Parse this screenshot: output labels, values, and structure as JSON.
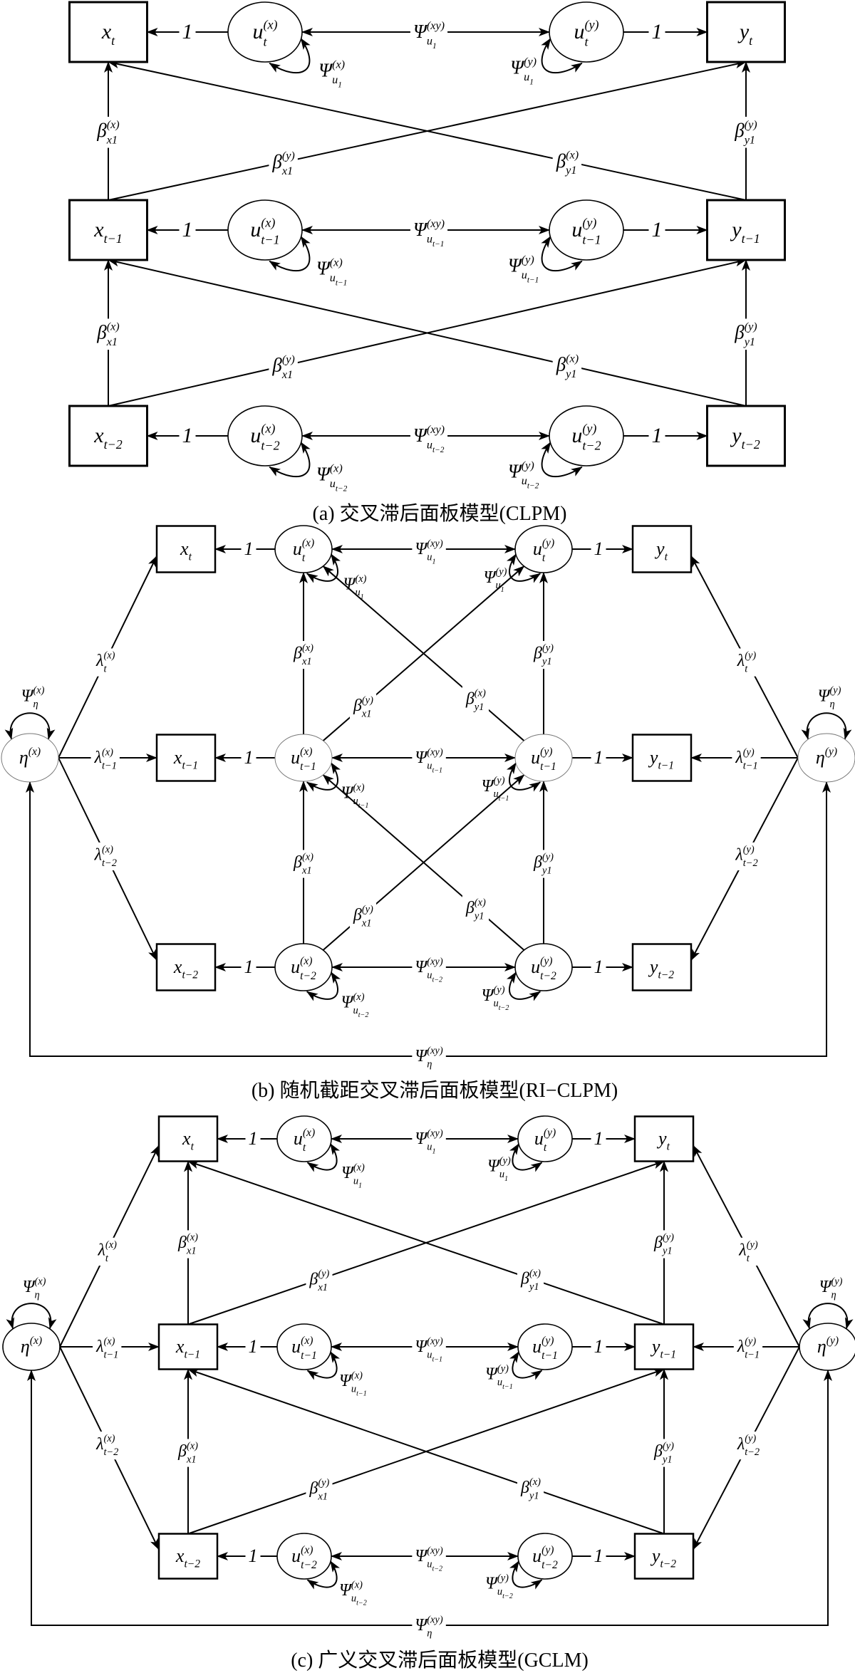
{
  "panels": [
    {
      "caption": "(a) 交叉滞后面板模型(CLPM)",
      "x_nodes": [
        {
          "b": "x",
          "sub": "t"
        },
        {
          "b": "x",
          "sub": "t−1"
        },
        {
          "b": "x",
          "sub": "t−2"
        }
      ],
      "y_nodes": [
        {
          "b": "y",
          "sub": "t"
        },
        {
          "b": "y",
          "sub": "t−1"
        },
        {
          "b": "y",
          "sub": "t−2"
        }
      ],
      "ux_nodes": [
        {
          "b": "u",
          "sup": "(x)",
          "sub": "t"
        },
        {
          "b": "u",
          "sup": "(x)",
          "sub": "t−1"
        },
        {
          "b": "u",
          "sup": "(x)",
          "sub": "t−2"
        }
      ],
      "uy_nodes": [
        {
          "b": "u",
          "sup": "(y)",
          "sub": "t"
        },
        {
          "b": "u",
          "sup": "(y)",
          "sub": "t−1"
        },
        {
          "b": "u",
          "sup": "(y)",
          "sub": "t−2"
        }
      ],
      "loading": "1",
      "u_cov": [
        {
          "b": "Ψ",
          "sup": "(xy)",
          "sub": "u",
          "sub2": "1"
        },
        {
          "b": "Ψ",
          "sup": "(xy)",
          "sub": "u",
          "sub2": "t−1"
        },
        {
          "b": "Ψ",
          "sup": "(xy)",
          "sub": "u",
          "sub2": "t−2"
        }
      ],
      "ux_var": [
        {
          "b": "Ψ",
          "sup": "(x)",
          "sub": "u",
          "sub2": "1"
        },
        {
          "b": "Ψ",
          "sup": "(x)",
          "sub": "u",
          "sub2": "t−1"
        },
        {
          "b": "Ψ",
          "sup": "(x)",
          "sub": "u",
          "sub2": "t−2"
        }
      ],
      "uy_var": [
        {
          "b": "Ψ",
          "sup": "(y)",
          "sub": "u",
          "sub2": "1"
        },
        {
          "b": "Ψ",
          "sup": "(y)",
          "sub": "u",
          "sub2": "t−1"
        },
        {
          "b": "Ψ",
          "sup": "(y)",
          "sub": "u",
          "sub2": "t−2"
        }
      ],
      "beta_xx": {
        "b": "β",
        "sup": "(x)",
        "sub": "x1"
      },
      "beta_yy": {
        "b": "β",
        "sup": "(y)",
        "sub": "y1"
      },
      "beta_xy": {
        "b": "β",
        "sup": "(y)",
        "sub": "x1"
      },
      "beta_yx": {
        "b": "β",
        "sup": "(x)",
        "sub": "y1"
      }
    },
    {
      "caption": "(b) 随机截距交叉滞后面板模型(RI−CLPM)",
      "x_nodes": [
        {
          "b": "x",
          "sub": "t"
        },
        {
          "b": "x",
          "sub": "t−1"
        },
        {
          "b": "x",
          "sub": "t−2"
        }
      ],
      "y_nodes": [
        {
          "b": "y",
          "sub": "t"
        },
        {
          "b": "y",
          "sub": "t−1"
        },
        {
          "b": "y",
          "sub": "t−2"
        }
      ],
      "ux_nodes": [
        {
          "b": "u",
          "sup": "(x)",
          "sub": "t"
        },
        {
          "b": "u",
          "sup": "(x)",
          "sub": "t−1"
        },
        {
          "b": "u",
          "sup": "(x)",
          "sub": "t−2"
        }
      ],
      "uy_nodes": [
        {
          "b": "u",
          "sup": "(y)",
          "sub": "t"
        },
        {
          "b": "u",
          "sup": "(y)",
          "sub": "t−1"
        },
        {
          "b": "u",
          "sup": "(y)",
          "sub": "t−2"
        }
      ],
      "loading": "1",
      "u_cov": [
        {
          "b": "Ψ",
          "sup": "(xy)",
          "sub": "u",
          "sub2": "1"
        },
        {
          "b": "Ψ",
          "sup": "(xy)",
          "sub": "u",
          "sub2": "t−1"
        },
        {
          "b": "Ψ",
          "sup": "(xy)",
          "sub": "u",
          "sub2": "t−2"
        }
      ],
      "ux_var": [
        {
          "b": "Ψ",
          "sup": "(x)",
          "sub": "u",
          "sub2": "1"
        },
        {
          "b": "Ψ",
          "sup": "(x)",
          "sub": "u",
          "sub2": "t−1"
        },
        {
          "b": "Ψ",
          "sup": "(x)",
          "sub": "u",
          "sub2": "t−2"
        }
      ],
      "uy_var": [
        {
          "b": "Ψ",
          "sup": "(y)",
          "sub": "u",
          "sub2": "1"
        },
        {
          "b": "Ψ",
          "sup": "(y)",
          "sub": "u",
          "sub2": "t−1"
        },
        {
          "b": "Ψ",
          "sup": "(y)",
          "sub": "u",
          "sub2": "t−2"
        }
      ],
      "beta_xx": {
        "b": "β",
        "sup": "(x)",
        "sub": "x1"
      },
      "beta_yy": {
        "b": "β",
        "sup": "(y)",
        "sub": "y1"
      },
      "beta_xy": {
        "b": "β",
        "sup": "(y)",
        "sub": "x1"
      },
      "beta_yx": {
        "b": "β",
        "sup": "(x)",
        "sub": "y1"
      },
      "eta_x": {
        "b": "η",
        "sup": "(x)"
      },
      "eta_y": {
        "b": "η",
        "sup": "(y)"
      },
      "lambda_x": [
        {
          "b": "λ",
          "sup": "(x)",
          "sub": "t"
        },
        {
          "b": "λ",
          "sup": "(x)",
          "sub": "t−1"
        },
        {
          "b": "λ",
          "sup": "(x)",
          "sub": "t−2"
        }
      ],
      "lambda_y": [
        {
          "b": "λ",
          "sup": "(y)",
          "sub": "t"
        },
        {
          "b": "λ",
          "sup": "(y)",
          "sub": "t−1"
        },
        {
          "b": "λ",
          "sup": "(y)",
          "sub": "t−2"
        }
      ],
      "eta_x_var": {
        "b": "Ψ",
        "sup": "(x)",
        "sub": "η"
      },
      "eta_y_var": {
        "b": "Ψ",
        "sup": "(y)",
        "sub": "η"
      },
      "eta_cov": {
        "b": "Ψ",
        "sup": "(xy)",
        "sub": "η"
      }
    },
    {
      "caption": "(c) 广义交叉滞后面板模型(GCLM)",
      "x_nodes": [
        {
          "b": "x",
          "sub": "t"
        },
        {
          "b": "x",
          "sub": "t−1"
        },
        {
          "b": "x",
          "sub": "t−2"
        }
      ],
      "y_nodes": [
        {
          "b": "y",
          "sub": "t"
        },
        {
          "b": "y",
          "sub": "t−1"
        },
        {
          "b": "y",
          "sub": "t−2"
        }
      ],
      "ux_nodes": [
        {
          "b": "u",
          "sup": "(x)",
          "sub": "t"
        },
        {
          "b": "u",
          "sup": "(x)",
          "sub": "t−1"
        },
        {
          "b": "u",
          "sup": "(x)",
          "sub": "t−2"
        }
      ],
      "uy_nodes": [
        {
          "b": "u",
          "sup": "(y)",
          "sub": "t"
        },
        {
          "b": "u",
          "sup": "(y)",
          "sub": "t−1"
        },
        {
          "b": "u",
          "sup": "(y)",
          "sub": "t−2"
        }
      ],
      "loading": "1",
      "u_cov": [
        {
          "b": "Ψ",
          "sup": "(xy)",
          "sub": "u",
          "sub2": "1"
        },
        {
          "b": "Ψ",
          "sup": "(xy)",
          "sub": "u",
          "sub2": "t−1"
        },
        {
          "b": "Ψ",
          "sup": "(xy)",
          "sub": "u",
          "sub2": "t−2"
        }
      ],
      "ux_var": [
        {
          "b": "Ψ",
          "sup": "(x)",
          "sub": "u",
          "sub2": "1"
        },
        {
          "b": "Ψ",
          "sup": "(x)",
          "sub": "u",
          "sub2": "t−1"
        },
        {
          "b": "Ψ",
          "sup": "(x)",
          "sub": "u",
          "sub2": "t−2"
        }
      ],
      "uy_var": [
        {
          "b": "Ψ",
          "sup": "(y)",
          "sub": "u",
          "sub2": "1"
        },
        {
          "b": "Ψ",
          "sup": "(y)",
          "sub": "u",
          "sub2": "t−1"
        },
        {
          "b": "Ψ",
          "sup": "(y)",
          "sub": "u",
          "sub2": "t−2"
        }
      ],
      "beta_xx": {
        "b": "β",
        "sup": "(x)",
        "sub": "x1"
      },
      "beta_yy": {
        "b": "β",
        "sup": "(y)",
        "sub": "y1"
      },
      "beta_xy": {
        "b": "β",
        "sup": "(y)",
        "sub": "x1"
      },
      "beta_yx": {
        "b": "β",
        "sup": "(x)",
        "sub": "y1"
      },
      "eta_x": {
        "b": "η",
        "sup": "(x)"
      },
      "eta_y": {
        "b": "η",
        "sup": "(y)"
      },
      "lambda_x": [
        {
          "b": "λ",
          "sup": "(x)",
          "sub": "t"
        },
        {
          "b": "λ",
          "sup": "(x)",
          "sub": "t−1"
        },
        {
          "b": "λ",
          "sup": "(x)",
          "sub": "t−2"
        }
      ],
      "lambda_y": [
        {
          "b": "λ",
          "sup": "(y)",
          "sub": "t"
        },
        {
          "b": "λ",
          "sup": "(y)",
          "sub": "t−1"
        },
        {
          "b": "λ",
          "sup": "(y)",
          "sub": "t−2"
        }
      ],
      "eta_x_var": {
        "b": "Ψ",
        "sup": "(x)",
        "sub": "η"
      },
      "eta_y_var": {
        "b": "Ψ",
        "sup": "(y)",
        "sub": "η"
      },
      "eta_cov": {
        "b": "Ψ",
        "sup": "(xy)",
        "sub": "η"
      }
    }
  ],
  "colors": {
    "stroke": "#000000",
    "background": "#ffffff",
    "faint_node": "#777777"
  }
}
